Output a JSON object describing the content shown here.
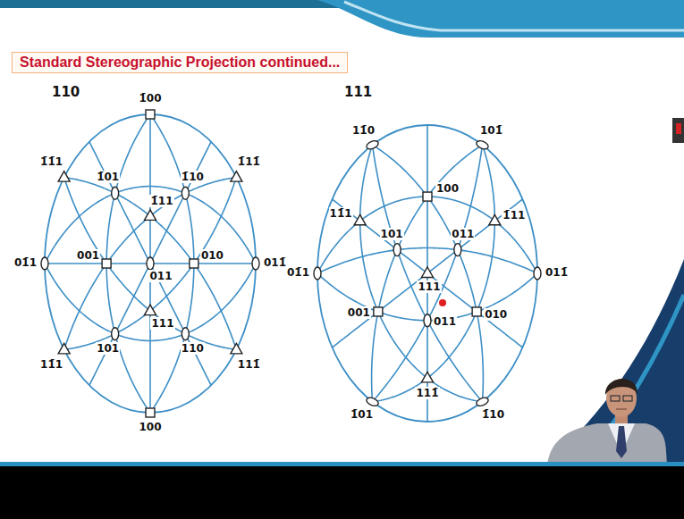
{
  "diagram": {
    "title": "Standard Stereographic Projection continued...",
    "labels": [
      "110",
      "1̄00",
      "1̄1̄1",
      "1̄01",
      "1̄11",
      "1̄10",
      "1̄11̄",
      "01̄1",
      "001",
      "011",
      "010",
      "011̄",
      "11̄1",
      "101",
      "111",
      "110",
      "111̄",
      "100",
      "111",
      "11̄0",
      "101̄",
      "100",
      "11̄1",
      "1̄11",
      "101",
      "011",
      "01̄1",
      "111",
      "011̄",
      "001",
      "011",
      "010",
      "111̄",
      "1̄01",
      "1̄10"
    ]
  }
}
